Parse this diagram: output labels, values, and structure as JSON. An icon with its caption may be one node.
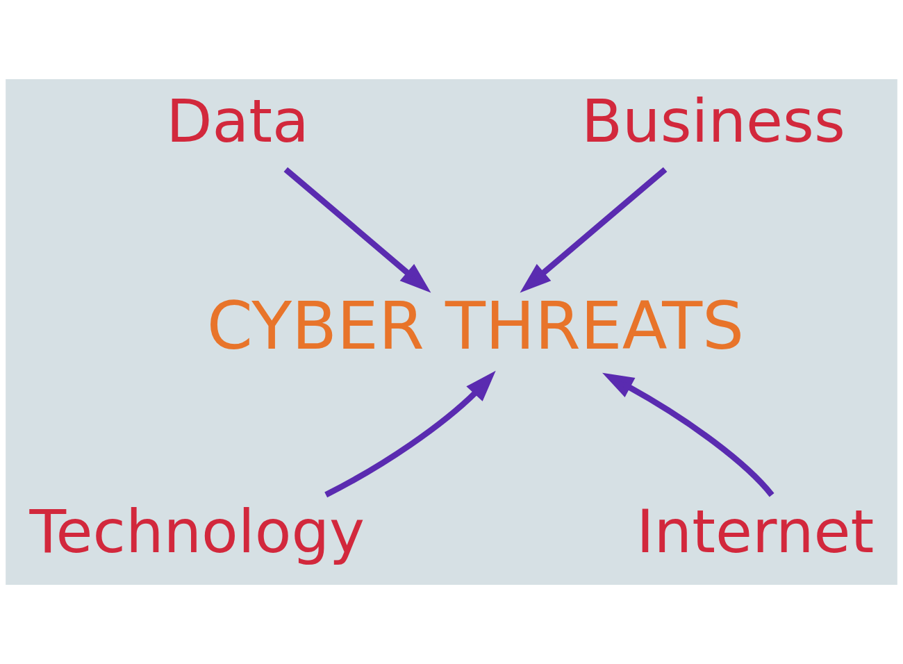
{
  "diagram": {
    "nodes": [
      {
        "text": [
          "Data"
        ]
      },
      {
        "text": [
          "Business"
        ]
      },
      {
        "text": [
          "CYBER THREATS"
        ]
      },
      {
        "text": [
          "Technology"
        ]
      },
      {
        "text": [
          "Internet"
        ]
      }
    ],
    "edges": [
      {
        "from": 0,
        "to": 2,
        "arrow": "to"
      },
      {
        "from": 1,
        "to": 2,
        "arrow": "to"
      },
      {
        "from": 3,
        "to": 2,
        "arrow": "to"
      },
      {
        "from": 4,
        "to": 2,
        "arrow": "to"
      }
    ]
  }
}
